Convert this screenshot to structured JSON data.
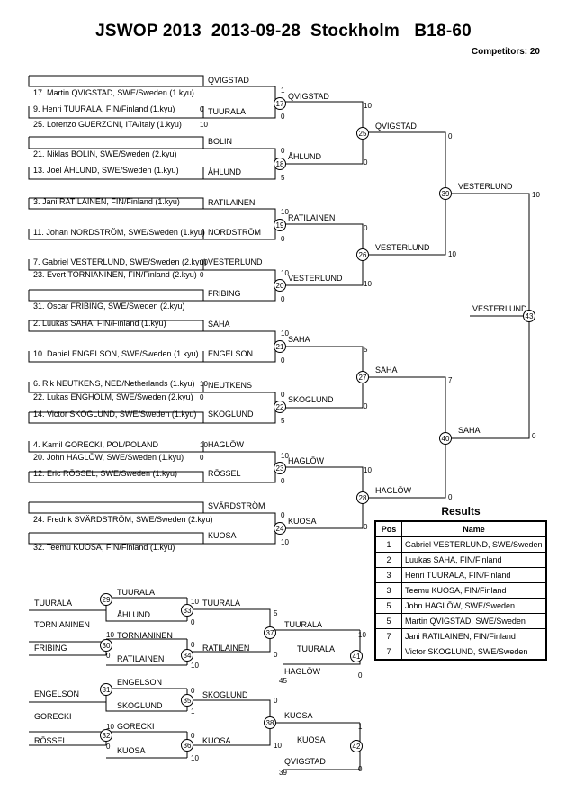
{
  "header": {
    "title": "JSWOP 2013  2013-09-28  Stockholm   B18-60",
    "competitors": "Competitors: 20"
  },
  "main_bracket": {
    "entries": [
      "17. Martin QVIGSTAD, SWE/Sweden (1.kyu)",
      "9. Henri  TUURALA, FIN/Finland (1.kyu)",
      "25. Lorenzo GUERZONI, ITA/Italy (1.kyu)",
      "21. Niklas BOLIN, SWE/Sweden (2.kyu)",
      "13. Joel ÅHLUND, SWE/Sweden (1.kyu)",
      "3. Jani RATILAINEN, FIN/Finland (1.kyu)",
      "11. Johan NORDSTRÖM, SWE/Sweden (1.kyu)",
      "7. Gabriel VESTERLUND, SWE/Sweden (2.kyu)",
      "23. Evert TORNIANINEN, FIN/Finland (2.kyu)",
      "31. Oscar FRIBING, SWE/Sweden (2.kyu)",
      "2. Luukas SAHA, FIN/Finland (1.kyu)",
      "10. Daniel ENGELSON, SWE/Sweden (1.kyu)",
      "6. Rik  NEUTKENS, NED/Netherlands (1.kyu)",
      "22. Lukas ENGHOLM, SWE/Sweden (2.kyu)",
      "14. Victor SKOGLUND, SWE/Sweden (1.kyu)",
      "4. Kamil GORECKI, POL/POLAND",
      "20. John HAGLÖW, SWE/Sweden (1.kyu)",
      "12. Eric RÖSSEL, SWE/Sweden (1.kyu)",
      "24. Fredrik SVÄRDSTRÖM, SWE/Sweden (2.kyu)",
      "32. Teemu KUOSA, FIN/Finland (1.kyu)"
    ],
    "extra_scores": [
      "0",
      "10",
      "10",
      "0",
      "10",
      "0",
      "10",
      "0"
    ],
    "bye_labels": [
      "QVIGSTAD",
      "BOLIN",
      "RATILAINEN",
      "FRIBING",
      "SAHA",
      "NEUTKENS",
      "HAGLÖW",
      "SVÄRDSTRÖM"
    ],
    "matches": [
      {
        "no": "17",
        "top": "TUURALA",
        "top_score": "1",
        "bottom": "QVIGSTAD",
        "bottom_score": "0",
        "winner": "QVIGSTAD"
      },
      {
        "no": "18",
        "top": "BOLIN",
        "top_score": "0",
        "bottom": "ÅHLUND",
        "bottom_score": "5",
        "winner": "ÅHLUND"
      },
      {
        "no": "19",
        "top": "RATILAINEN",
        "top_score": "10",
        "bottom": "NORDSTRÖM",
        "bottom_score": "0",
        "winner": "RATILAINEN"
      },
      {
        "no": "20",
        "top": "VESTERLUND",
        "top_score": "10",
        "bottom": "FRIBING",
        "bottom_score": "0",
        "winner": "VESTERLUND"
      },
      {
        "no": "21",
        "top": "SAHA",
        "top_score": "10",
        "bottom": "ENGELSON",
        "bottom_score": "0",
        "winner": "SAHA"
      },
      {
        "no": "22",
        "top": "NEUTKENS",
        "top_score": "0",
        "bottom": "SKOGLUND",
        "bottom_score": "5",
        "winner": "SKOGLUND"
      },
      {
        "no": "23",
        "top": "HAGLÖW",
        "top_score": "10",
        "bottom": "RÖSSEL",
        "bottom_score": "0",
        "winner": "HAGLÖW"
      },
      {
        "no": "24",
        "top": "SVÄRDSTRÖM",
        "top_score": "0",
        "bottom": "KUOSA",
        "bottom_score": "10",
        "winner": "KUOSA"
      },
      {
        "no": "25",
        "top_score": "10",
        "bottom_score": "0",
        "winner": "QVIGSTAD"
      },
      {
        "no": "26",
        "top_score": "0",
        "bottom_score": "10",
        "winner": "VESTERLUND"
      },
      {
        "no": "27",
        "top_score": "5",
        "bottom_score": "0",
        "winner": "SAHA"
      },
      {
        "no": "28",
        "top_score": "10",
        "bottom_score": "0",
        "winner": "HAGLÖW"
      },
      {
        "no": "39",
        "top_score": "0",
        "bottom_score": "10",
        "winner": "VESTERLUND"
      },
      {
        "no": "40",
        "top_score": "7",
        "bottom_score": "0",
        "winner": "SAHA"
      },
      {
        "no": "43",
        "top_score": "10",
        "bottom_score": "0",
        "winner": "VESTERLUND"
      }
    ]
  },
  "repechage": {
    "matches": [
      {
        "no": "29",
        "top": "TUURALA",
        "bottom": "",
        "winner": "TUURALA",
        "top_score": "",
        "bottom_score": ""
      },
      {
        "no": "30",
        "top": "TORNIANINEN",
        "bottom": "FRIBING",
        "winner": "TORNIANINEN",
        "top_score": "10",
        "bottom_score": "0"
      },
      {
        "no": "31",
        "top": "",
        "bottom": "ENGELSON",
        "winner": "ENGELSON",
        "top_score": "",
        "bottom_score": ""
      },
      {
        "no": "32",
        "top": "GORECKI",
        "bottom": "RÖSSEL",
        "winner": "GORECKI",
        "top_score": "10",
        "bottom_score": "0"
      },
      {
        "no": "33",
        "top": "TUURALA",
        "bottom": "ÅHLUND",
        "winner": "TUURALA",
        "top_score": "10",
        "bottom_score": "0"
      },
      {
        "no": "34",
        "top": "TORNIANINEN",
        "bottom": "RATILAINEN",
        "winner": "RATILAINEN",
        "top_score": "0",
        "bottom_score": "10"
      },
      {
        "no": "35",
        "top": "ENGELSON",
        "bottom": "SKOGLUND",
        "winner": "SKOGLUND",
        "top_score": "0",
        "bottom_score": "1"
      },
      {
        "no": "36",
        "top": "GORECKI",
        "bottom": "KUOSA",
        "winner": "KUOSA",
        "top_score": "0",
        "bottom_score": "10"
      },
      {
        "no": "37",
        "top": "TUURALA",
        "bottom": "RATILAINEN",
        "winner": "TUURALA",
        "top_score": "5",
        "bottom_score": "0"
      },
      {
        "no": "38",
        "top": "SKOGLUND",
        "bottom": "KUOSA",
        "winner": "KUOSA",
        "top_score": "0",
        "bottom_score": "10"
      },
      {
        "no": "41",
        "top": "TUURALA",
        "bottom": "HAGLÖW",
        "winner": "",
        "top_score": "10",
        "bottom_score": "0"
      },
      {
        "no": "42",
        "top": "KUOSA",
        "bottom": "QVIGSTAD",
        "winner": "",
        "top_score": "1",
        "bottom_score": "0"
      }
    ],
    "tiny_scores": [
      "45",
      "39"
    ]
  },
  "results": {
    "title": "Results",
    "columns": [
      "Pos",
      "Name"
    ],
    "rows": [
      {
        "pos": "1",
        "name": "Gabriel VESTERLUND, SWE/Sweden"
      },
      {
        "pos": "2",
        "name": "Luukas SAHA, FIN/Finland"
      },
      {
        "pos": "3",
        "name": "Henri  TUURALA, FIN/Finland"
      },
      {
        "pos": "3",
        "name": "Teemu KUOSA, FIN/Finland"
      },
      {
        "pos": "5",
        "name": "John HAGLÖW, SWE/Sweden"
      },
      {
        "pos": "5",
        "name": "Martin QVIGSTAD, SWE/Sweden"
      },
      {
        "pos": "7",
        "name": "Jani RATILAINEN, FIN/Finland"
      },
      {
        "pos": "7",
        "name": "Victor SKOGLUND, SWE/Sweden"
      }
    ]
  }
}
